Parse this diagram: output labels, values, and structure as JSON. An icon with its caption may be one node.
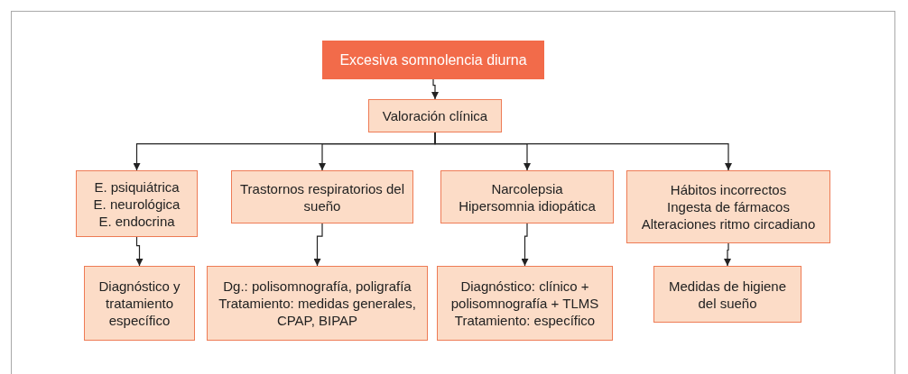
{
  "diagram": {
    "nodes": [
      {
        "text": [
          "Excesiva somnolencia diurna"
        ]
      },
      {
        "text": [
          "Valoración clínica"
        ]
      },
      {
        "text": [
          "E. psiquiátrica",
          "E. neurológica",
          "E. endocrina"
        ]
      },
      {
        "text": [
          "Trastornos respiratorios del sueño"
        ]
      },
      {
        "text": [
          "Narcolepsia",
          "Hipersomnia idiopática"
        ]
      },
      {
        "text": [
          "Hábitos incorrectos",
          "Ingesta de fármacos",
          "Alteraciones ritmo circadiano"
        ]
      },
      {
        "text": [
          "Diagnóstico y tratamiento específico"
        ]
      },
      {
        "text": [
          "Dg.: polisomnografía, poligrafía",
          "Tratamiento: medidas generales, CPAP, BIPAP"
        ]
      },
      {
        "text": [
          "Diagnóstico: clínico + polisomnografía + TLMS",
          "Tratamiento: específico"
        ]
      },
      {
        "text": [
          "Medidas de higiene del sueño"
        ]
      }
    ],
    "edges": [
      {
        "from": 0,
        "to": 1,
        "arrow": "to"
      },
      {
        "from": 1,
        "to": 2,
        "arrow": "to"
      },
      {
        "from": 1,
        "to": 3,
        "arrow": "to"
      },
      {
        "from": 1,
        "to": 4,
        "arrow": "to"
      },
      {
        "from": 1,
        "to": 5,
        "arrow": "to"
      },
      {
        "from": 2,
        "to": 6,
        "arrow": "to"
      },
      {
        "from": 3,
        "to": 7,
        "arrow": "to"
      },
      {
        "from": 4,
        "to": 8,
        "arrow": "to"
      },
      {
        "from": 5,
        "to": 9,
        "arrow": "to"
      }
    ]
  }
}
